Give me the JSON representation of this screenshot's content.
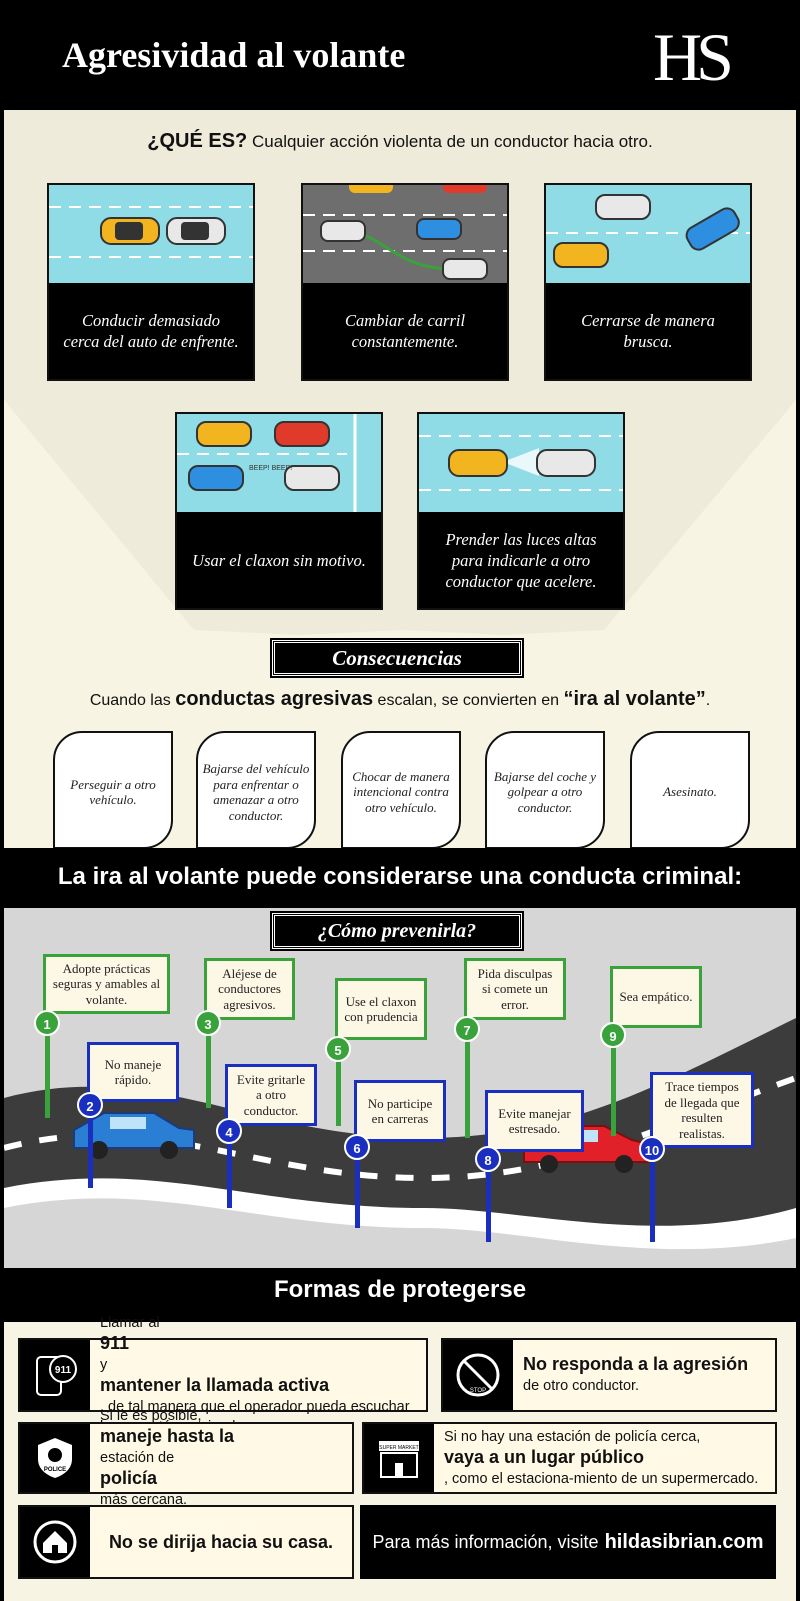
{
  "header": {
    "title": "Agresividad al volante",
    "logo": "HS"
  },
  "que_es": {
    "label": "¿QUÉ ES?",
    "text": "Cualquier acción violenta de un conductor hacia otro."
  },
  "behaviors": [
    {
      "text": "Conducir demasiado cerca del auto de enfrente."
    },
    {
      "text": "Cambiar de carril constantemente."
    },
    {
      "text": "Cerrarse de manera brusca."
    },
    {
      "text": "Usar el claxon sin motivo.",
      "sound": "BEEP! BEEP!"
    },
    {
      "text": "Prender las luces altas para indicarle a otro conductor que acelere."
    }
  ],
  "consecuencias": {
    "title": "Consecuencias",
    "intro_a": "Cuando las",
    "intro_b": "conductas agresivas",
    "intro_c": "escalan, se convierten en",
    "intro_d": "“ira al volante”",
    "intro_e": ".",
    "items": [
      "Perseguir a otro vehículo.",
      "Bajarse del vehículo para enfrentar o amenazar a otro conductor.",
      "Chocar de manera intencional contra otro vehículo.",
      "Bajarse del coche y golpear a otro conductor.",
      "Asesinato."
    ]
  },
  "criminal": "La ira al volante puede considerarse una conducta criminal:",
  "prevenir": {
    "title": "¿Cómo prevenirla?",
    "tips": [
      {
        "n": "1",
        "text": "Adopte prácticas seguras y amables al volante."
      },
      {
        "n": "2",
        "text": "No maneje rápido."
      },
      {
        "n": "3",
        "text": "Aléjese de conductores agresivos."
      },
      {
        "n": "4",
        "text": "Evite gritarle a otro conductor."
      },
      {
        "n": "5",
        "text": "Use el claxon con prudencia"
      },
      {
        "n": "6",
        "text": "No participe en carreras"
      },
      {
        "n": "7",
        "text": "Pida disculpas si comete un error."
      },
      {
        "n": "8",
        "text": "Evite manejar estresado."
      },
      {
        "n": "9",
        "text": "Sea empático."
      },
      {
        "n": "10",
        "text": "Trace tiempos de llegada que resulten realistas."
      }
    ]
  },
  "proteger": {
    "title": "Formas de protegerse",
    "p1_a": "Llamar al",
    "p1_b": "911",
    "p1_c": "y",
    "p1_d": "mantener la llamada activa",
    "p1_e": ", de tal manera que el operador pueda escuchar lo que está ocurriendo.",
    "p2_a": "No responda a la agresión",
    "p2_b": "de otro conductor.",
    "p3_a": "Si le es posible,",
    "p3_b": "maneje hasta la",
    "p3_c": "estación de",
    "p3_d": "policía",
    "p3_e": "más cercana.",
    "p4_a": "Si no hay una estación de policía cerca,",
    "p4_b": "vaya a un lugar público",
    "p4_c": ", como el estaciona-miento de un supermercado.",
    "p5": "No se dirija hacia su casa.",
    "icon_911": "911",
    "icon_police": "POLICE",
    "icon_stop": "STOP",
    "icon_market": "SUPER MARKET",
    "info_a": "Para más información, visite",
    "info_b": "hildasibrian.com"
  },
  "colors": {
    "green": "#3aa23a",
    "blue": "#1a2ec0",
    "cream": "#f8f4e3",
    "water": "#8fdce6"
  }
}
